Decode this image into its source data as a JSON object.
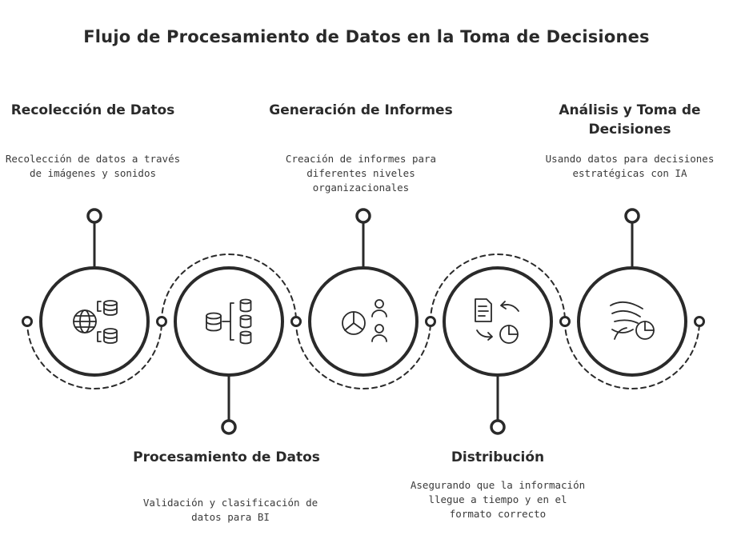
{
  "title": "Flujo de Procesamiento de Datos en la Toma de Decisiones",
  "steps": [
    {
      "heading": "Recolección de Datos",
      "description": "Recolección de datos a través de imágenes y sonidos",
      "position": "top",
      "icon": "globe-database-icon"
    },
    {
      "heading": "Procesamiento de Datos",
      "description": "Validación y clasificación de datos para BI",
      "position": "bottom",
      "icon": "database-tree-icon"
    },
    {
      "heading": "Generación de Informes",
      "description": "Creación de informes para diferentes niveles organizacionales",
      "position": "top",
      "icon": "pie-chart-users-icon"
    },
    {
      "heading": "Distribución",
      "description": "Asegurando que la información llegue a tiempo y en el formato correcto",
      "position": "bottom",
      "icon": "document-arrows-chart-icon"
    },
    {
      "heading": "Análisis y Toma de Decisiones",
      "description": "Usando datos para decisiones estratégicas con IA",
      "position": "top",
      "icon": "streams-chart-icon"
    }
  ],
  "colors": {
    "stroke": "#2a2a2a",
    "background": "#ffffff"
  }
}
